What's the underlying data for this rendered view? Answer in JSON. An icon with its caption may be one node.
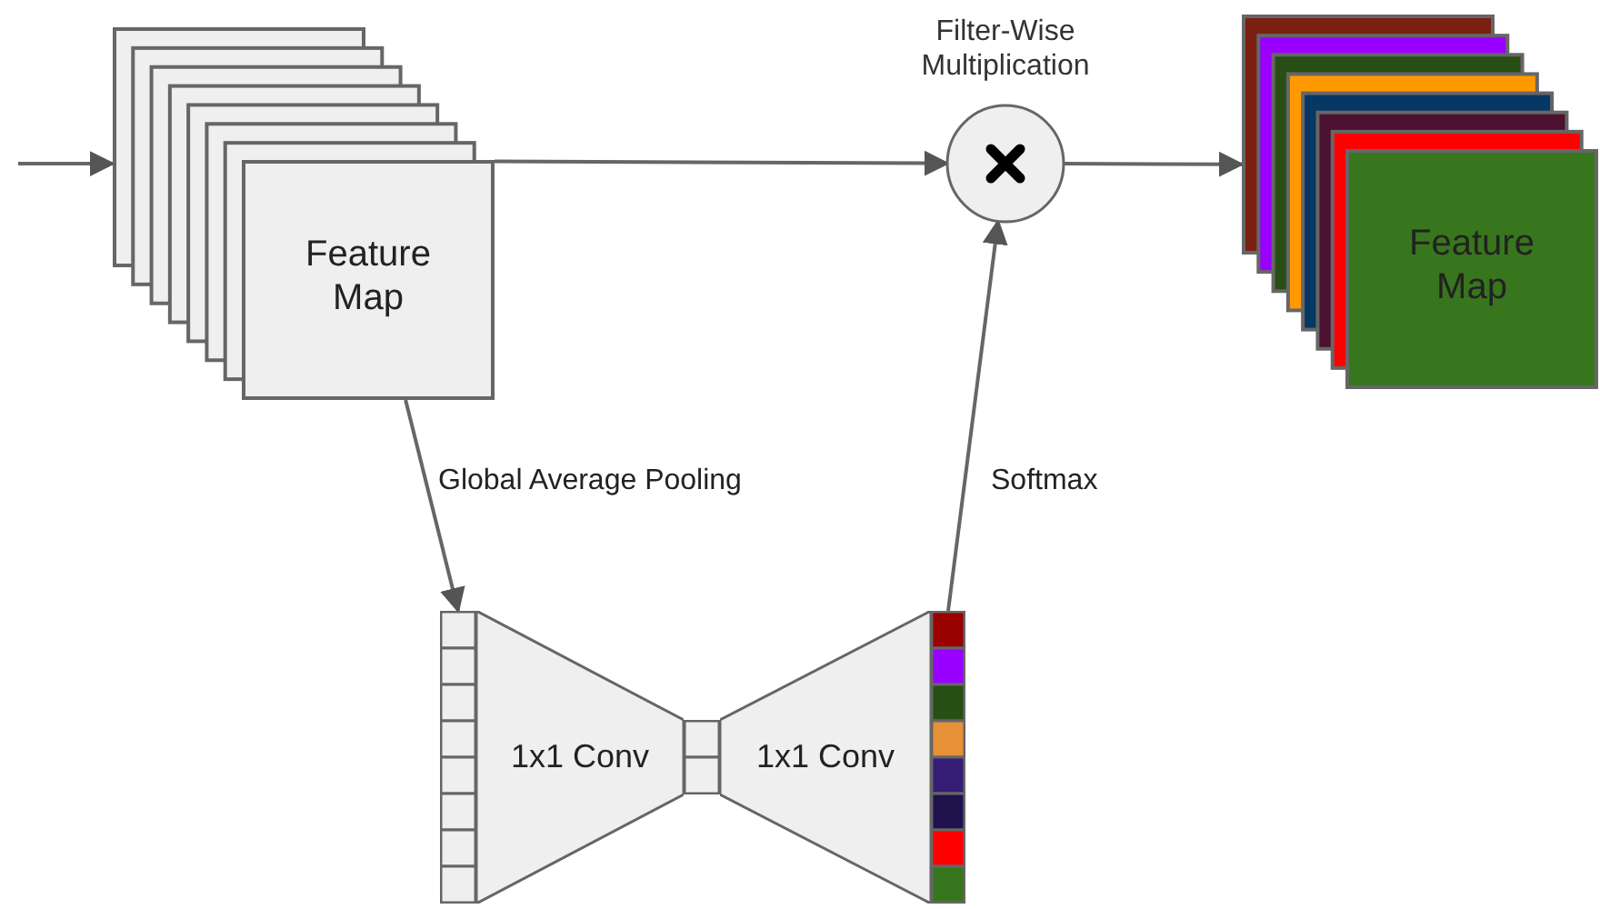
{
  "diagram": {
    "nodes": [
      {
        "text": [
          "Feature Map"
        ]
      },
      {
        "text": [
          "Filter-Wise Multiplication"
        ]
      },
      {
        "text": [
          "Feature Map"
        ]
      },
      {
        "text": [],
        "shape": "bar"
      },
      {
        "text": [
          "1x1 Conv"
        ]
      },
      {
        "text": [],
        "shape": "bar"
      },
      {
        "text": [
          "1x1 Conv"
        ]
      },
      {
        "text": [],
        "shape": "bar"
      }
    ],
    "edges": [
      {
        "from": null,
        "to": 0,
        "arrow": "to"
      },
      {
        "from": 0,
        "to": 1,
        "arrow": "to"
      },
      {
        "from": 1,
        "to": 2,
        "arrow": "to"
      },
      {
        "from": 0,
        "to": 3,
        "arrow": "to",
        "label": "Global Average Pooling"
      },
      {
        "from": 7,
        "to": 1,
        "arrow": "to",
        "label": "Softmax"
      }
    ]
  }
}
